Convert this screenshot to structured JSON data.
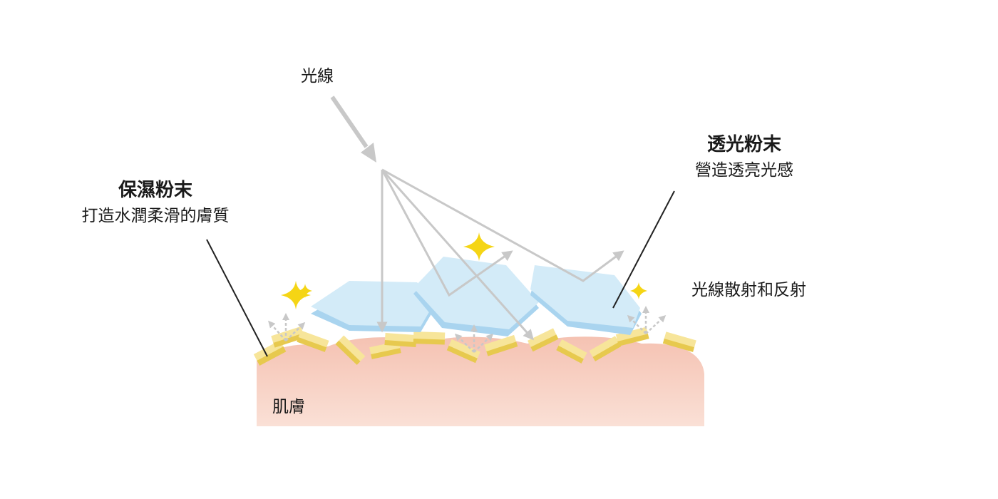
{
  "labels": {
    "light": "光線",
    "moist_title": "保濕粉末",
    "moist_desc": "打造水潤柔滑的膚質",
    "clear_title": "透光粉末",
    "clear_desc": "營造透亮光感",
    "scatter": "光線散射和反射",
    "skin": "肌膚"
  },
  "colors": {
    "skin_top": "#f5c3b4",
    "skin_bottom": "#f9dcd2",
    "crystal_top": "#d3ebf8",
    "crystal_side": "#a9d4ef",
    "flake_top": "#f7e59a",
    "flake_side": "#e7c94e",
    "arrow": "#c8c8c8",
    "sparkle": "#f5d515",
    "leader": "#222222"
  }
}
